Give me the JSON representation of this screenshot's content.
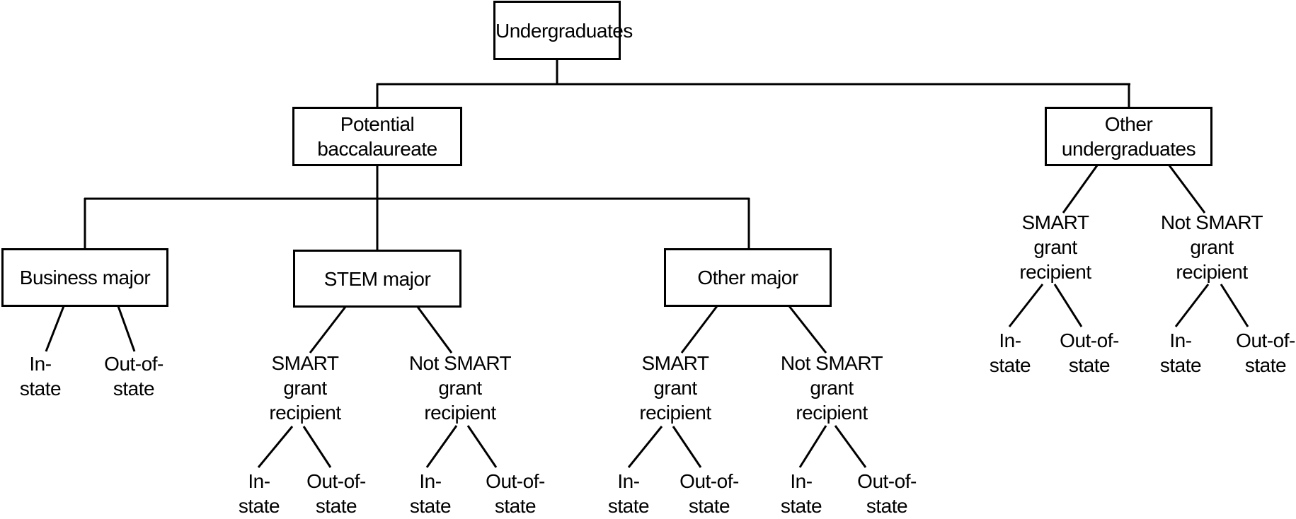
{
  "labels": {
    "root": "Undergraduates",
    "potential_baccalaureate": [
      "Potential",
      "baccalaureate"
    ],
    "other_undergraduates": [
      "Other",
      "undergraduates"
    ],
    "business_major": "Business major",
    "stem_major": "STEM major",
    "other_major": "Other major",
    "smart": [
      "SMART",
      "grant",
      "recipient"
    ],
    "not_smart": [
      "Not SMART",
      "grant",
      "recipient"
    ],
    "in_state": [
      "In-",
      "state"
    ],
    "out_of_state": [
      "Out-of-",
      "state"
    ]
  },
  "colors": {
    "line": "#000000",
    "box_fill": "#ffffff",
    "text": "#000000",
    "background": "#ffffff"
  },
  "tree": {
    "label": "Undergraduates",
    "children": [
      {
        "label": "Potential baccalaureate",
        "children": [
          {
            "label": "Business major",
            "children": [
              {
                "label": "In-state"
              },
              {
                "label": "Out-of-state"
              }
            ]
          },
          {
            "label": "STEM major",
            "children": [
              {
                "label": "SMART grant recipient",
                "children": [
                  {
                    "label": "In-state"
                  },
                  {
                    "label": "Out-of-state"
                  }
                ]
              },
              {
                "label": "Not SMART grant recipient",
                "children": [
                  {
                    "label": "In-state"
                  },
                  {
                    "label": "Out-of-state"
                  }
                ]
              }
            ]
          },
          {
            "label": "Other major",
            "children": [
              {
                "label": "SMART grant recipient",
                "children": [
                  {
                    "label": "In-state"
                  },
                  {
                    "label": "Out-of-state"
                  }
                ]
              },
              {
                "label": "Not SMART grant recipient",
                "children": [
                  {
                    "label": "In-state"
                  },
                  {
                    "label": "Out-of-state"
                  }
                ]
              }
            ]
          }
        ]
      },
      {
        "label": "Other undergraduates",
        "children": [
          {
            "label": "SMART grant recipient",
            "children": [
              {
                "label": "In-state"
              },
              {
                "label": "Out-of-state"
              }
            ]
          },
          {
            "label": "Not SMART grant recipient",
            "children": [
              {
                "label": "In-state"
              },
              {
                "label": "Out-of-state"
              }
            ]
          }
        ]
      }
    ]
  }
}
